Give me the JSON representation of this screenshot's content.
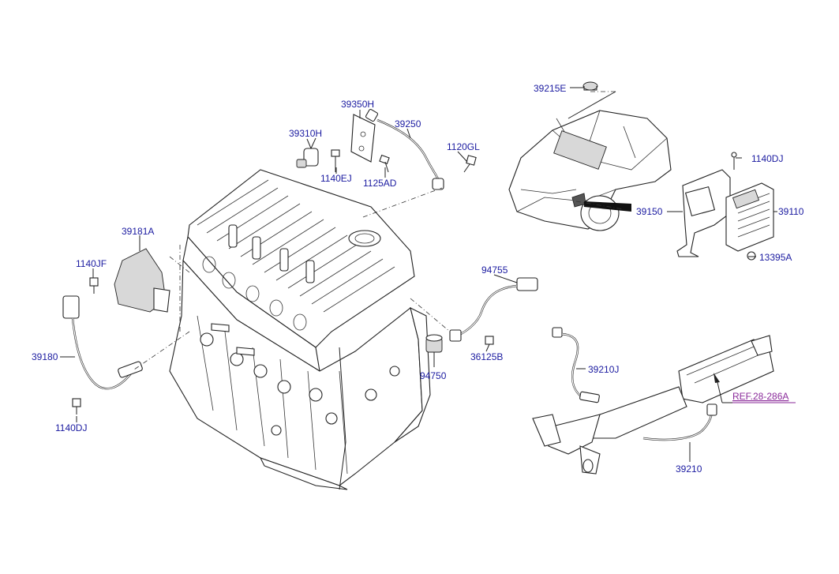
{
  "labels": {
    "p39215E": "39215E",
    "p39350H": "39350H",
    "p39250": "39250",
    "p39310H": "39310H",
    "p1120GL": "1120GL",
    "p1140EJ": "1140EJ",
    "p1125AD": "1125AD",
    "p1140DJ_top": "1140DJ",
    "p39150": "39150",
    "p39110": "39110",
    "p13395A": "13395A",
    "p39181A": "39181A",
    "p1140JF": "1140JF",
    "p94755": "94755",
    "p39180": "39180",
    "p36125B": "36125B",
    "p94750": "94750",
    "p39210J": "39210J",
    "pREF": "REF.28-286A",
    "p1140DJ_bottom": "1140DJ",
    "p39210": "39210"
  },
  "colors": {
    "label": "#1a1aa0",
    "reference": "#8a2a9a",
    "line": "#222222"
  }
}
